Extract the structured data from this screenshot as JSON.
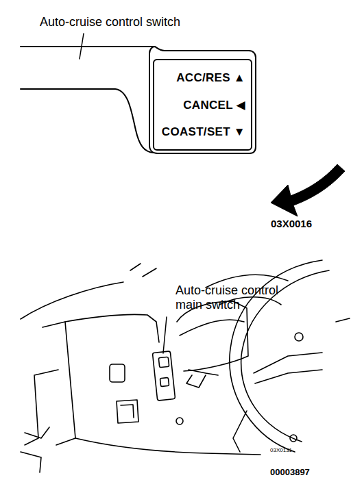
{
  "diagram": {
    "nodes": [
      {
        "text": [
          "ACC/RES ▲",
          "CANCEL ◀",
          "COAST/SET ▼"
        ]
      }
    ],
    "labels": [
      "Auto-cruise control switch",
      "03X0016",
      "Auto-cruise control main switch",
      "03X0131",
      "00003897"
    ]
  }
}
